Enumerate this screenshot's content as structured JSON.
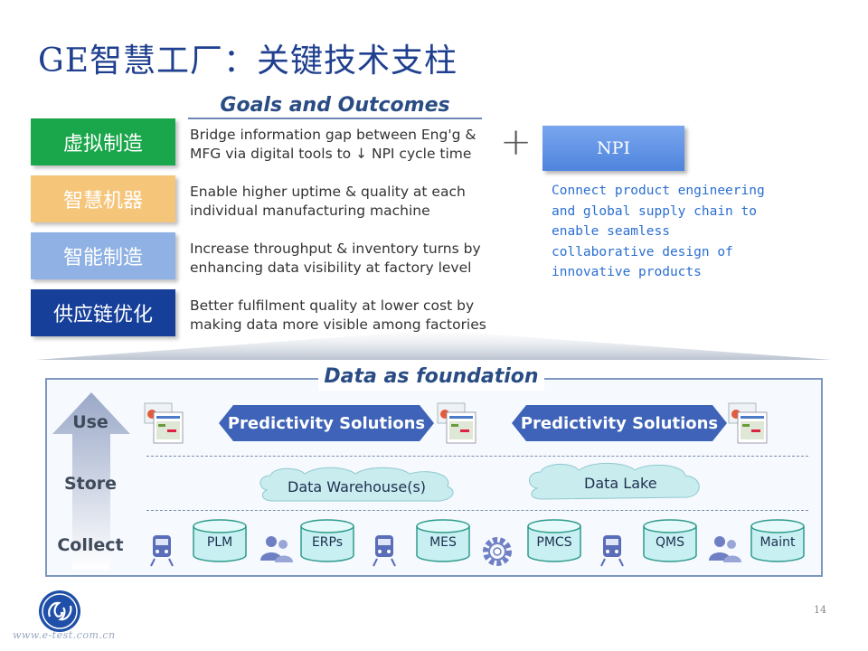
{
  "title": "GE智慧工厂：关键技术支柱",
  "goals_heading": "Goals and Outcomes",
  "pillars": [
    {
      "label": "虚拟制造",
      "color": "#1aa64a",
      "text": "Bridge information gap between Eng'g & MFG via digital tools to ↓ NPI cycle time"
    },
    {
      "label": "智慧机器",
      "color": "#f5c57a",
      "text": "Enable higher uptime & quality at each individual manufacturing machine"
    },
    {
      "label": "智能制造",
      "color": "#8fb1e3",
      "text": "Increase throughput & inventory turns by enhancing data visibility at factory level"
    },
    {
      "label": "供应链优化",
      "color": "#163f99",
      "text": "Better fulfilment quality at lower cost by making data more visible among factories"
    }
  ],
  "plus": "+",
  "npi": {
    "label": "NPI",
    "lines": [
      "Connect product engineering",
      "and global supply chain to",
      "enable seamless",
      "collaborative design of",
      "innovative products"
    ]
  },
  "foundation": {
    "title": "Data as foundation",
    "layers": {
      "use": "Use",
      "store": "Store",
      "collect": "Collect"
    },
    "predictivity": [
      "Predictivity Solutions",
      "Predictivity Solutions"
    ],
    "store_items": [
      "Data Warehouse(s)",
      "Data Lake"
    ],
    "collect_items": [
      "PLM",
      "ERPs",
      "MES",
      "PMCS",
      "QMS",
      "Maint"
    ]
  },
  "page_number": "14",
  "footer_url": "www.e-test.com.cn"
}
